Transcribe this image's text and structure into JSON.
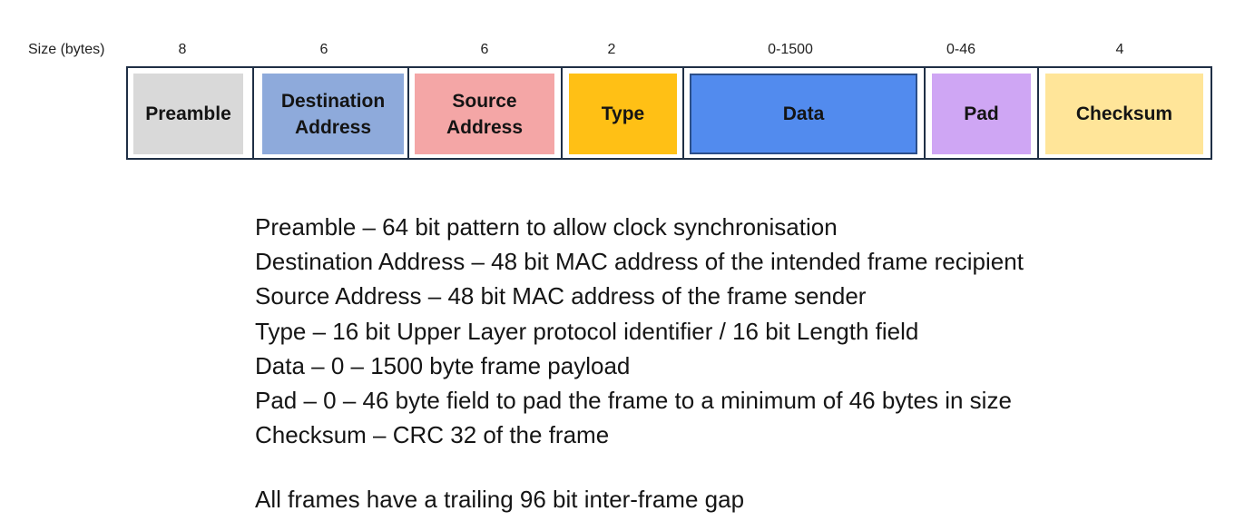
{
  "size_caption": "Size (bytes)",
  "fields": [
    {
      "label_line1": "Preamble",
      "label_line2": "",
      "size": "8",
      "color": "#d9d9d9"
    },
    {
      "label_line1": "Destination",
      "label_line2": "Address",
      "size": "6",
      "color": "#8eaadb"
    },
    {
      "label_line1": "Source",
      "label_line2": "Address",
      "size": "6",
      "color": "#f4a6a6"
    },
    {
      "label_line1": "Type",
      "label_line2": "",
      "size": "2",
      "color": "#ffc015"
    },
    {
      "label_line1": "Data",
      "label_line2": "",
      "size": "0-1500",
      "color": "#528bee"
    },
    {
      "label_line1": "Pad",
      "label_line2": "",
      "size": "0-46",
      "color": "#cfa6f4"
    },
    {
      "label_line1": "Checksum",
      "label_line2": "",
      "size": "4",
      "color": "#ffe599"
    }
  ],
  "descriptions": [
    "Preamble – 64 bit pattern to allow clock synchronisation",
    "Destination Address – 48 bit MAC address of the intended frame recipient",
    "Source Address – 48 bit MAC address of the frame sender",
    "Type – 16 bit Upper Layer protocol identifier / 16 bit Length field",
    "Data – 0 – 1500 byte frame payload",
    "Pad – 0 – 46 byte field to pad the frame to a minimum of 46 bytes in size",
    "Checksum – CRC 32 of the frame"
  ],
  "footer_note": "All frames have a trailing 96 bit inter-frame gap"
}
